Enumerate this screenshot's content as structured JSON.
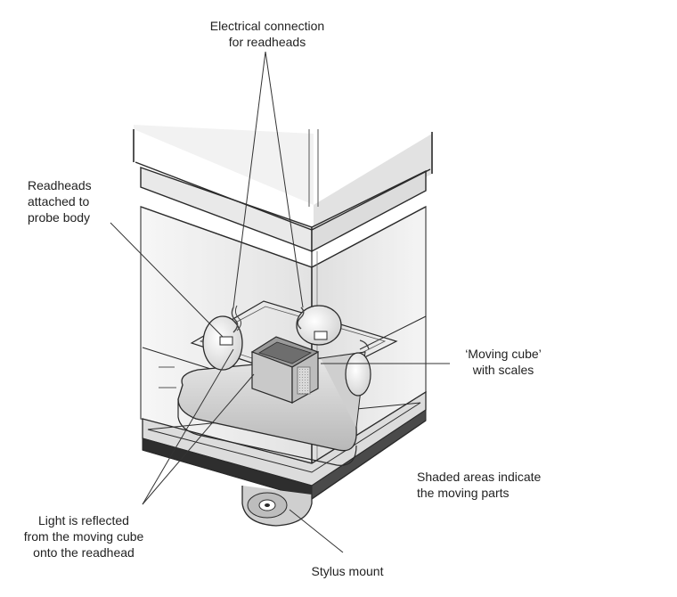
{
  "colors": {
    "outline": "#2a2a2a",
    "glass": "#eeeeee",
    "shade": "#c8c8c8",
    "dark": "#7a7a7a",
    "leader": "#333333"
  },
  "labels": {
    "electrical": {
      "line1": "Electrical connection",
      "line2": "for readheads"
    },
    "readheads": {
      "line1": "Readheads",
      "line2": "attached to",
      "line3": "probe body"
    },
    "moving_cube": {
      "line1": "‘Moving cube’",
      "line2": "with scales"
    },
    "shaded": {
      "line1": "Shaded areas indicate",
      "line2": "the moving parts"
    },
    "light": {
      "line1": "Light is reflected",
      "line2": "from the moving cube",
      "line3": "onto the readhead"
    },
    "stylus": {
      "line1": "Stylus mount"
    }
  }
}
